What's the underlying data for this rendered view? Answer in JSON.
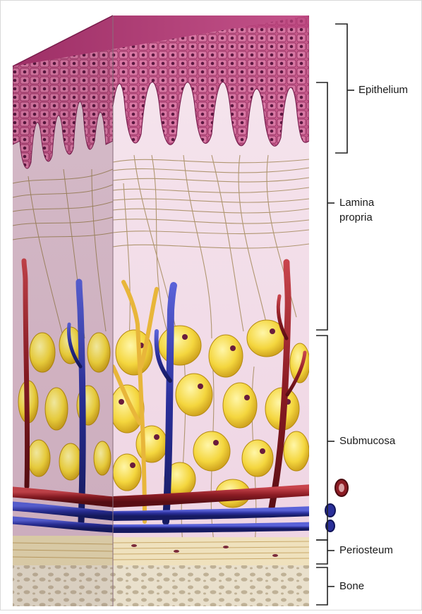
{
  "figure": {
    "labels": {
      "epithelium": "Epithelium",
      "lamina_propria_line1": "Lamina",
      "lamina_propria_line2": "propria",
      "submucosa": "Submucosa",
      "periosteum": "Periosteum",
      "bone": "Bone"
    },
    "colors": {
      "epithelium_top": "#b8407a",
      "epithelium_cells": "#c85a8c",
      "nuclei": "#5a1840",
      "connective_tissue": "#f2dde8",
      "collagen_fibers": "#a58a5c",
      "fat_cells": "#f3d23b",
      "artery": "#8c1c24",
      "vein": "#2a2f9a",
      "nerve": "#e8b63a",
      "periosteum": "#efe1bd",
      "bone": "#e6ddc9"
    }
  }
}
